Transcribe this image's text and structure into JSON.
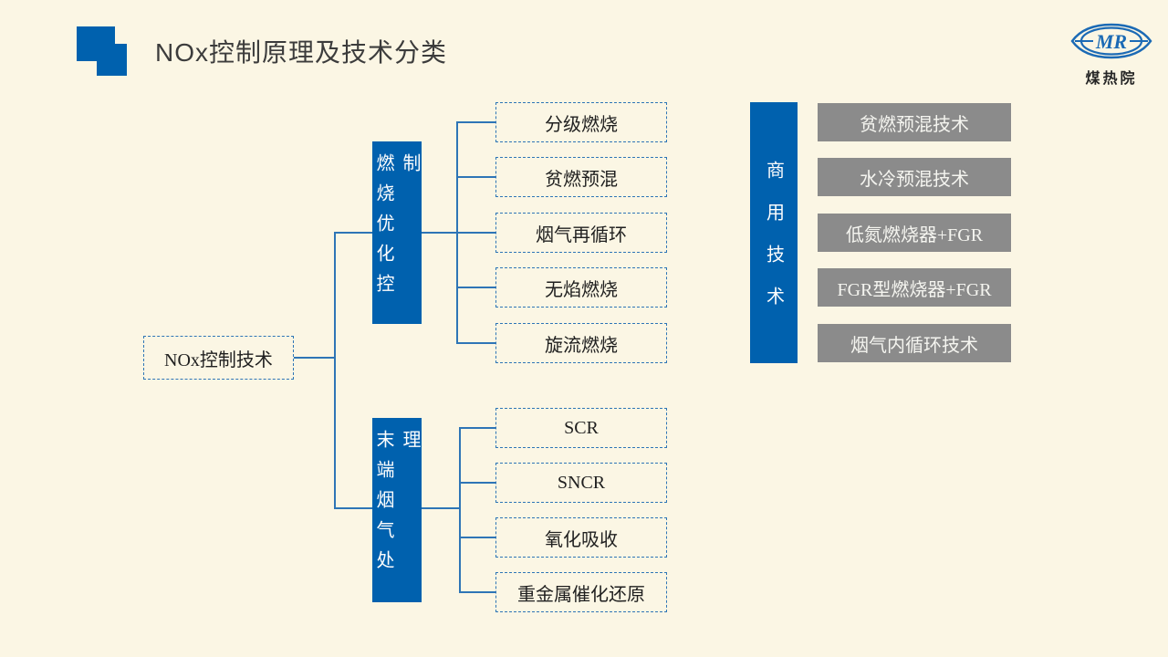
{
  "slide": {
    "title": "NOx控制原理及技术分类",
    "logo": {
      "monogram": "MR",
      "org": "煤热院"
    }
  },
  "colors": {
    "background": "#FBF6E4",
    "accent_blue": "#0061AE",
    "connector_blue": "#2E75B6",
    "box_gray": "#8B8B8B",
    "title_text": "#3C3C3C",
    "box_text": "#1F1F1F",
    "light_text": "#F5F5F0"
  },
  "tree": {
    "root": "NOx控制技术",
    "branches": [
      {
        "label": "燃烧优化控制",
        "children": [
          "分级燃烧",
          "贫燃预混",
          "烟气再循环",
          "无焰燃烧",
          "旋流燃烧"
        ]
      },
      {
        "label": "末端烟气处理",
        "children": [
          "SCR",
          "SNCR",
          "氧化吸收",
          "重金属催化还原"
        ]
      }
    ]
  },
  "commercial": {
    "label": "商用技术",
    "items": [
      "贫燃预混技术",
      "水冷预混技术",
      "低氮燃烧器+FGR",
      "FGR型燃烧器+FGR",
      "烟气内循环技术"
    ]
  }
}
